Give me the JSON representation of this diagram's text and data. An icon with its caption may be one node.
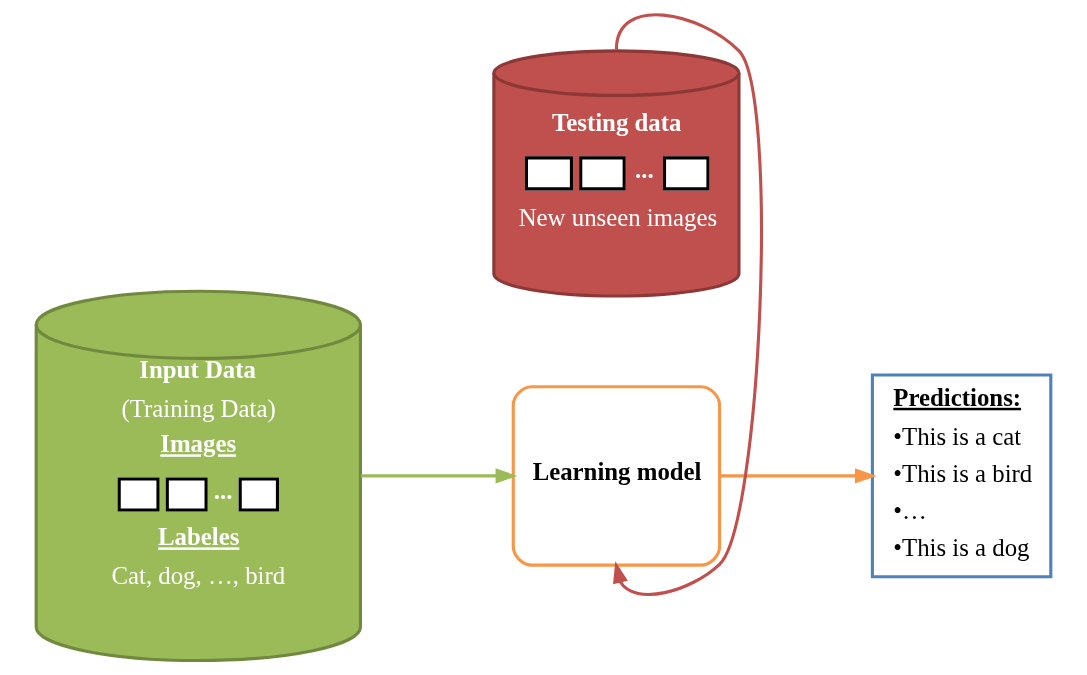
{
  "diagram": {
    "nodes": [
      {
        "text": [
          "Input Data",
          "(Training Data)",
          "Images",
          "...",
          "Labeles",
          "Cat, dog, …, bird"
        ]
      },
      {
        "text": [
          "Learning model"
        ]
      },
      {
        "text": [
          "Predictions:",
          "•This is a cat",
          "•This is a bird",
          "•…",
          "•This is a dog"
        ]
      },
      {
        "text": [
          "Testing data",
          "...",
          "New unseen images"
        ]
      }
    ],
    "edges": [
      {
        "from": 0,
        "to": 1,
        "arrow": "to",
        "color": "#9bbb59"
      },
      {
        "from": 1,
        "to": 2,
        "arrow": "to",
        "color": "#f79646"
      },
      {
        "from": 3,
        "to": 1,
        "arrow": "to",
        "color": "#c0504d"
      }
    ]
  }
}
